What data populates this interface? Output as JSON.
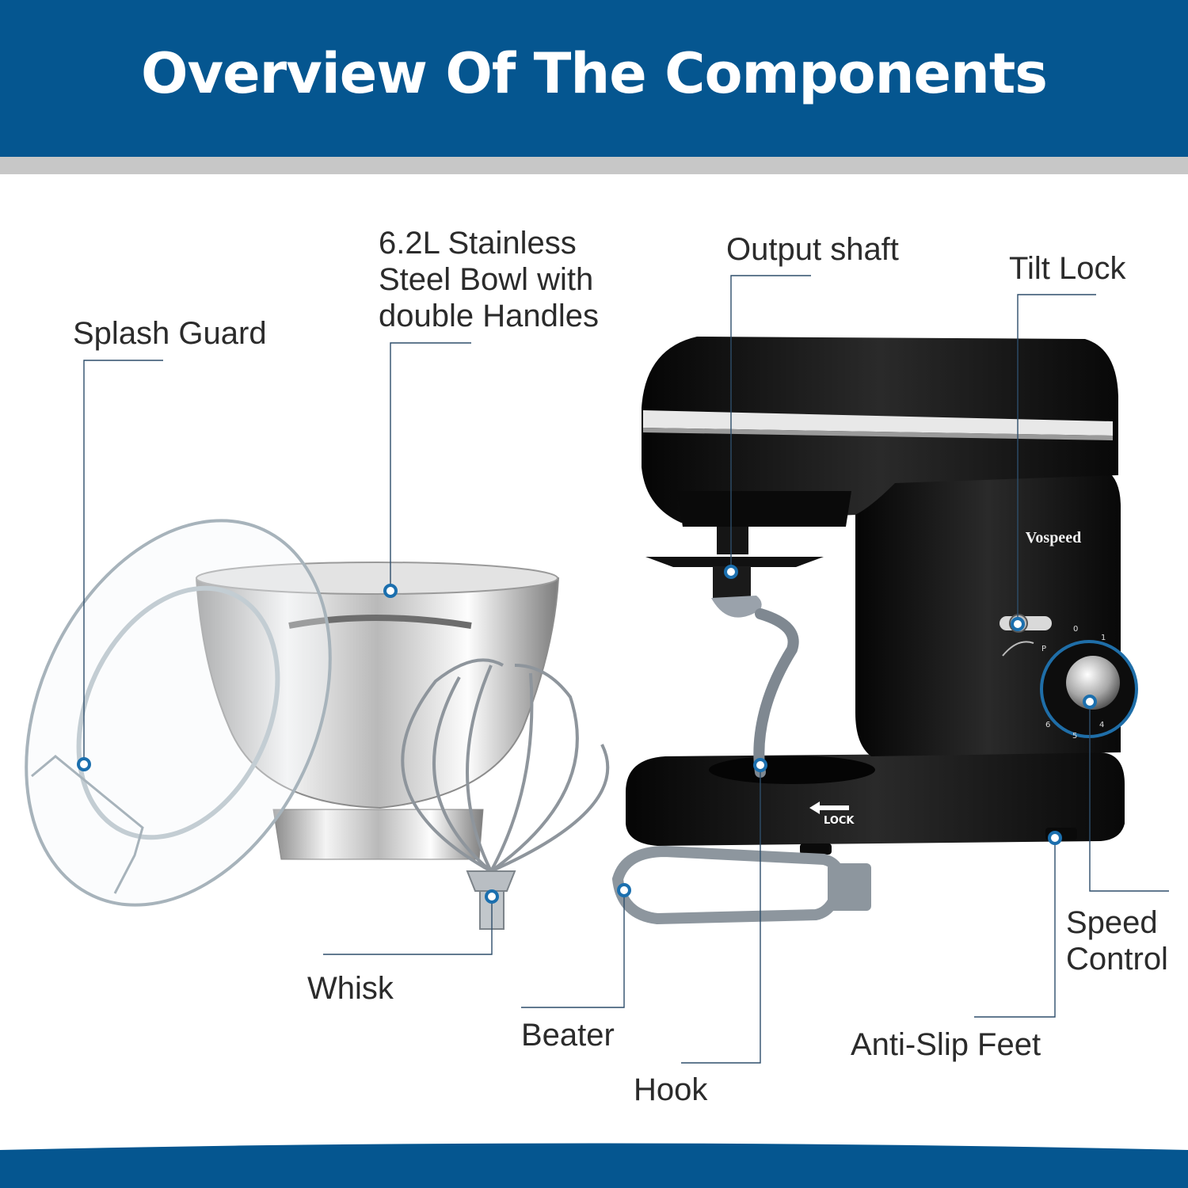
{
  "title": "Overview Of The Components",
  "brand": "Vospeed",
  "lock_text": "LOCK",
  "dial_numbers": [
    "0",
    "1",
    "P",
    "4",
    "5",
    "6"
  ],
  "colors": {
    "header_blue": "#055690",
    "gray_band": "#c7c7c7",
    "marker_blue": "#1b6fae",
    "mixer_black": "#141414",
    "label_text": "#2b2b2b"
  },
  "labels": {
    "splash_guard": "Splash Guard",
    "bowl": "6.2L Stainless\nSteel Bowl with\ndouble Handles",
    "output_shaft": "Output shaft",
    "tilt_lock": "Tilt Lock",
    "speed_control": "Speed\nControl",
    "anti_slip_feet": "Anti-Slip Feet",
    "whisk": "Whisk",
    "beater": "Beater",
    "hook": "Hook"
  }
}
